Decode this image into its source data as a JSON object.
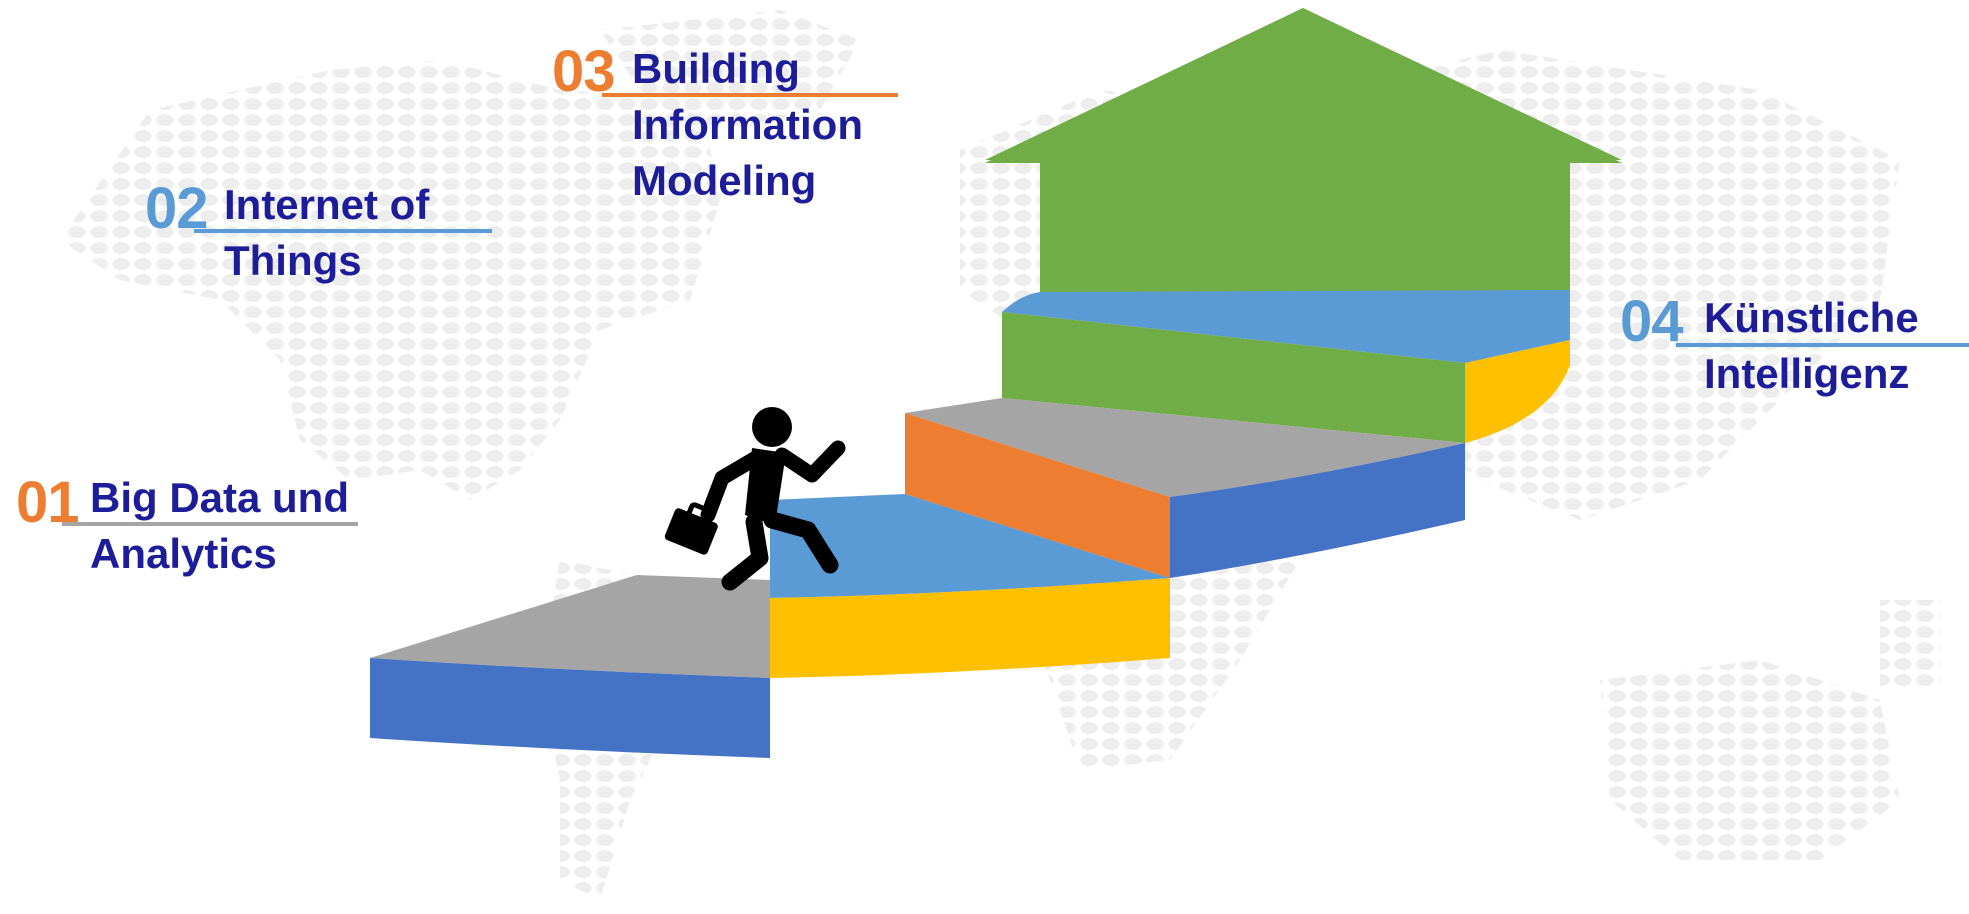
{
  "steps": [
    {
      "number": "01",
      "title_line1": "Big Data und",
      "title_line2": "Analytics",
      "number_color": "#ed7d31",
      "underline_color": "#a5a5a5"
    },
    {
      "number": "02",
      "title_line1": "Internet of",
      "title_line2": "Things",
      "number_color": "#5b9bd5",
      "underline_color": "#5b9bd5"
    },
    {
      "number": "03",
      "title_line1": "Building",
      "title_line2": "Information",
      "title_line3": "Modeling",
      "number_color": "#ed7d31",
      "underline_color": "#ed7d31"
    },
    {
      "number": "04",
      "title_line1": "Künstliche",
      "title_line2": "Intelligenz",
      "number_color": "#5b9bd5",
      "underline_color": "#5b9bd5"
    }
  ],
  "colors": {
    "title_text": "#1d1d99",
    "house_roof": "#70ad47",
    "stair_green": "#70ad47",
    "stair_blue_light": "#5b9bd5",
    "stair_blue_dark": "#4472c4",
    "stair_yellow": "#ffc000",
    "stair_orange": "#ed7d31",
    "stair_gray": "#a5a5a5",
    "world_map_dots": "#eeeeee",
    "figure": "#000000"
  },
  "icons": {
    "figure": "person-walking-with-briefcase-icon",
    "background": "world-map-dots"
  }
}
